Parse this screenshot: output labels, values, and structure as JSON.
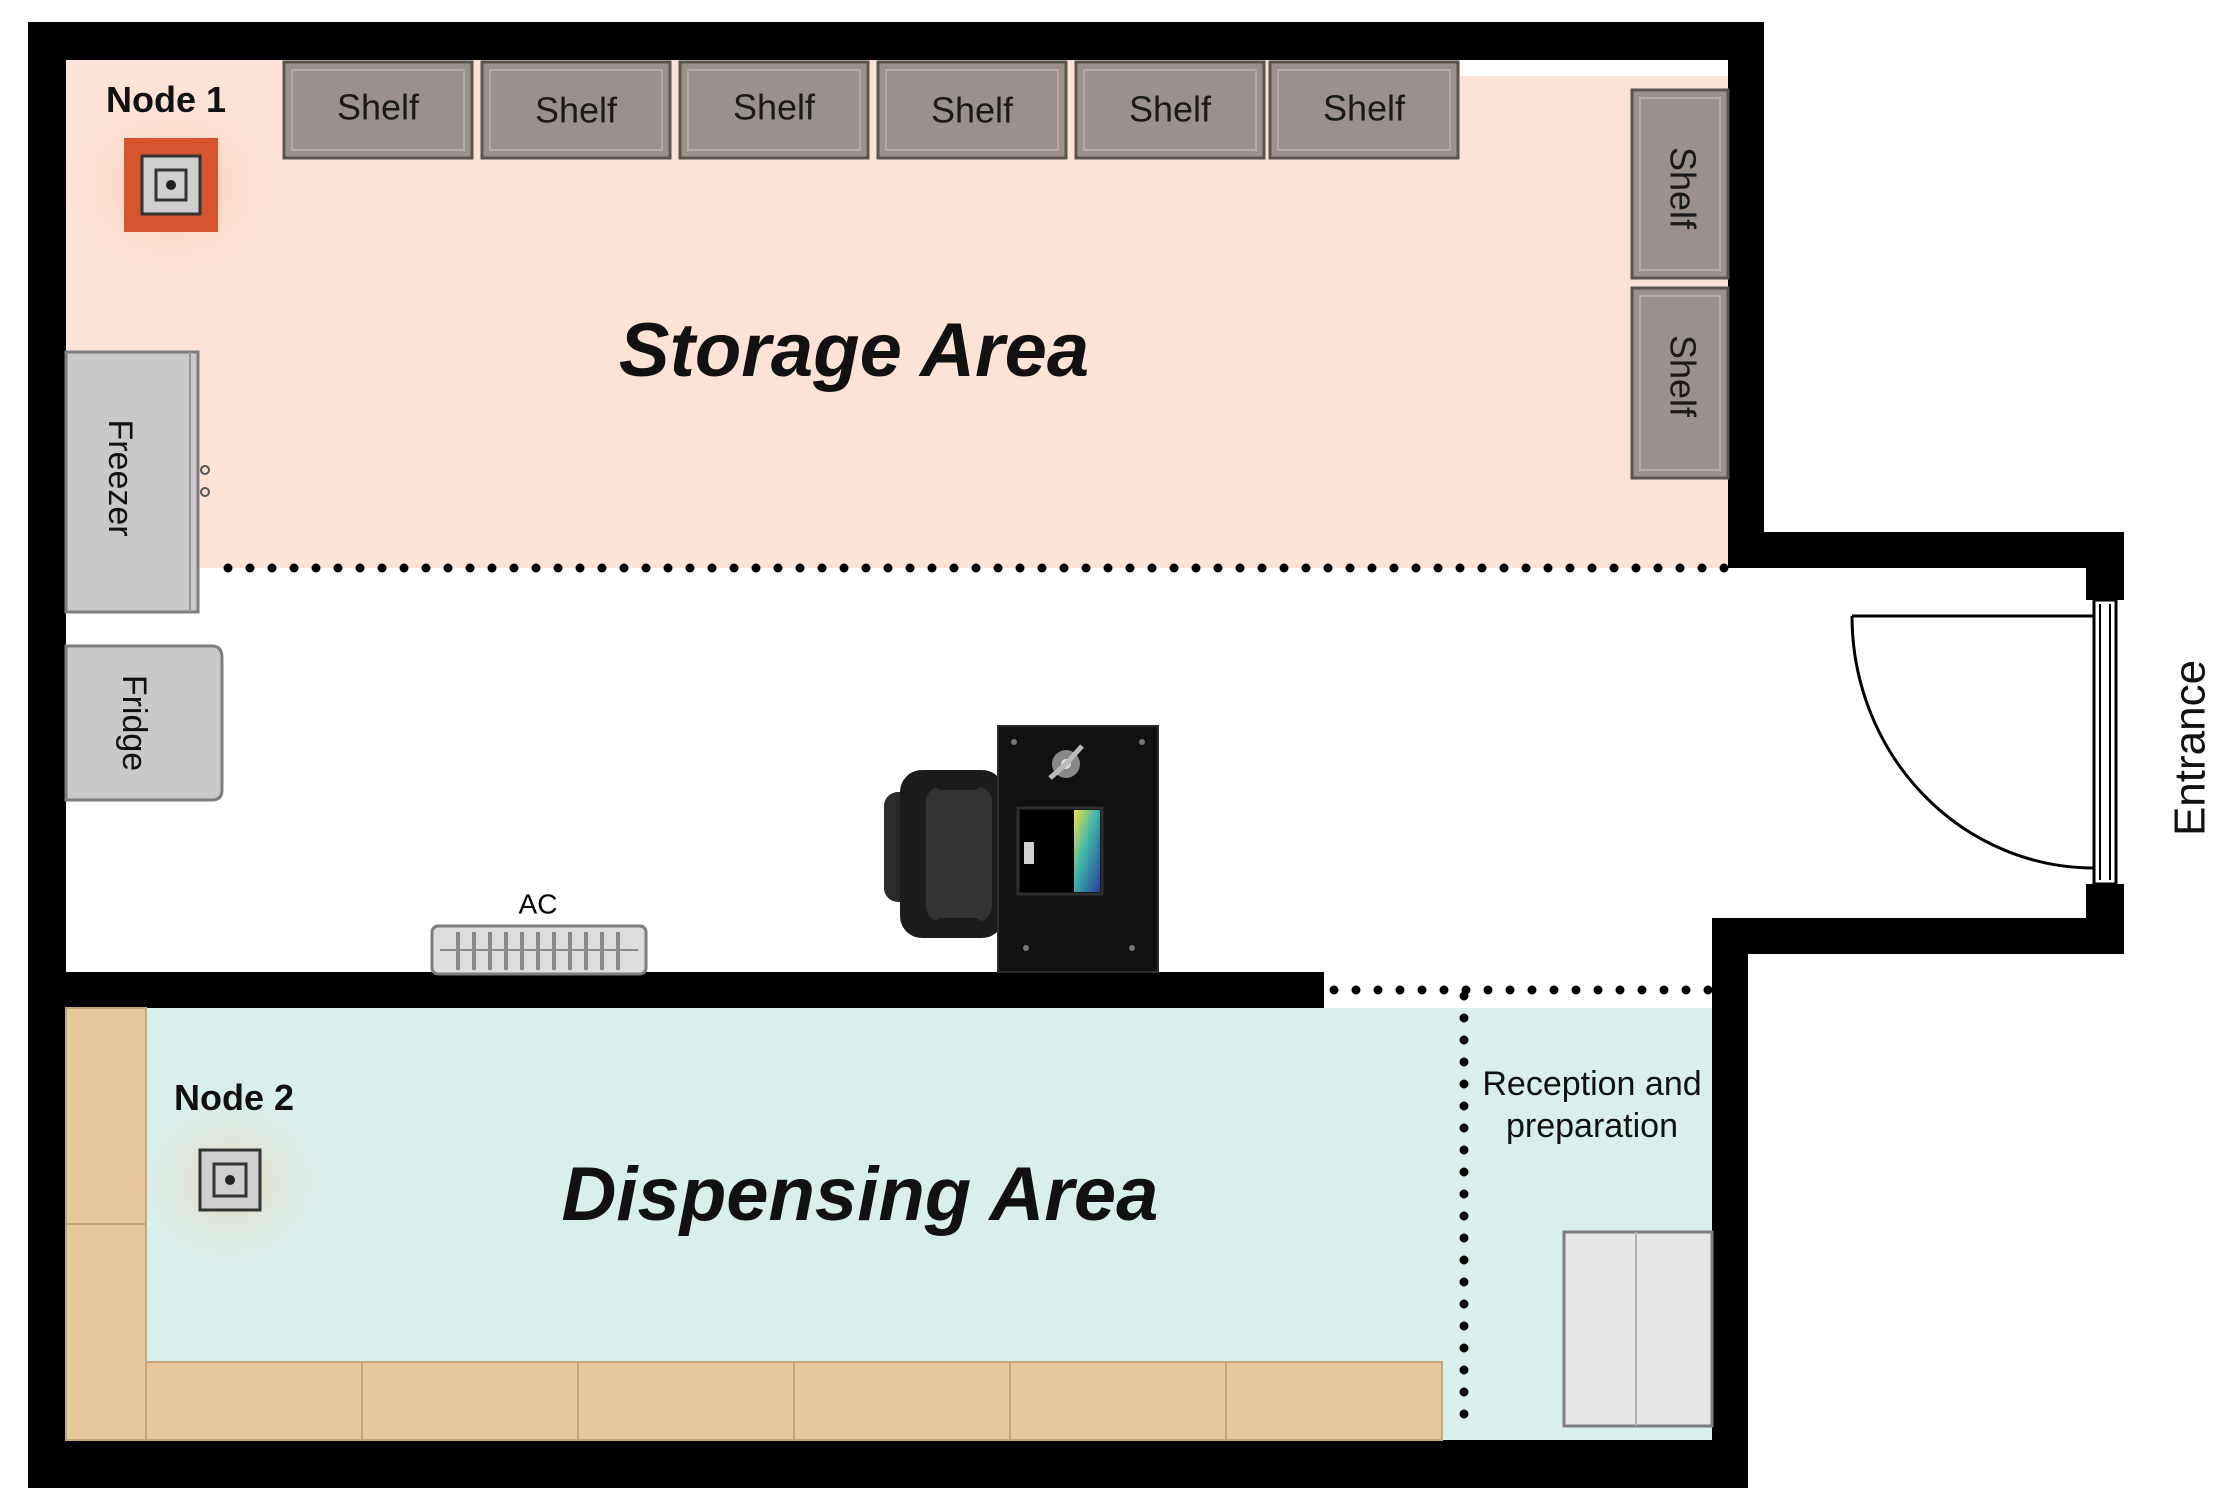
{
  "floor_plan": {
    "areas": {
      "storage": "Storage Area",
      "dispensing": "Dispensing Area",
      "reception": [
        "Reception and",
        "preparation"
      ]
    },
    "nodes": {
      "node1": "Node 1",
      "node2": "Node 2"
    },
    "furniture": {
      "shelf": "Shelf",
      "freezer": "Freezer",
      "fridge": "Fridge",
      "ac": "AC"
    },
    "entrance": "Entrance",
    "colors": {
      "storage_zone": "#fde3d6",
      "dispensing_zone": "#d9efec",
      "wall": "#000000",
      "shelf": "#9b918c",
      "counter": "#e8c69e",
      "node1_highlight": "#d6552e",
      "appliance": "#c9c9c9"
    }
  }
}
